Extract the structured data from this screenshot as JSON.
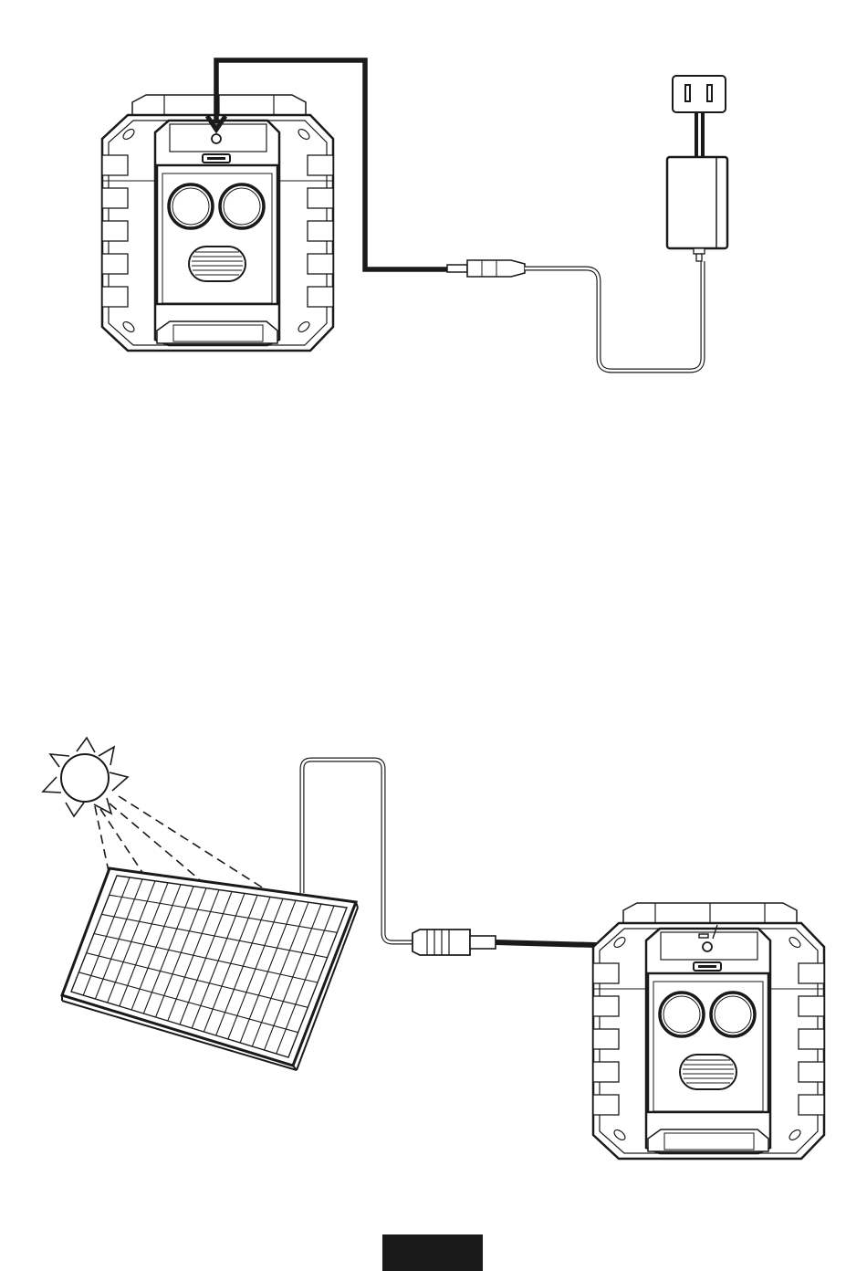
{
  "diagram": {
    "sections": [
      {
        "id": "ac-charging",
        "components": [
          "device",
          "dc-plug",
          "ac-adapter",
          "wall-plug"
        ]
      },
      {
        "id": "solar-charging",
        "components": [
          "sun",
          "solar-panel",
          "dc-plug",
          "device"
        ]
      }
    ],
    "colors": {
      "ink": "#1a1a1a",
      "paper": "#ffffff",
      "tab": "#1a1a1a"
    }
  },
  "page_tab": {
    "text": ""
  }
}
